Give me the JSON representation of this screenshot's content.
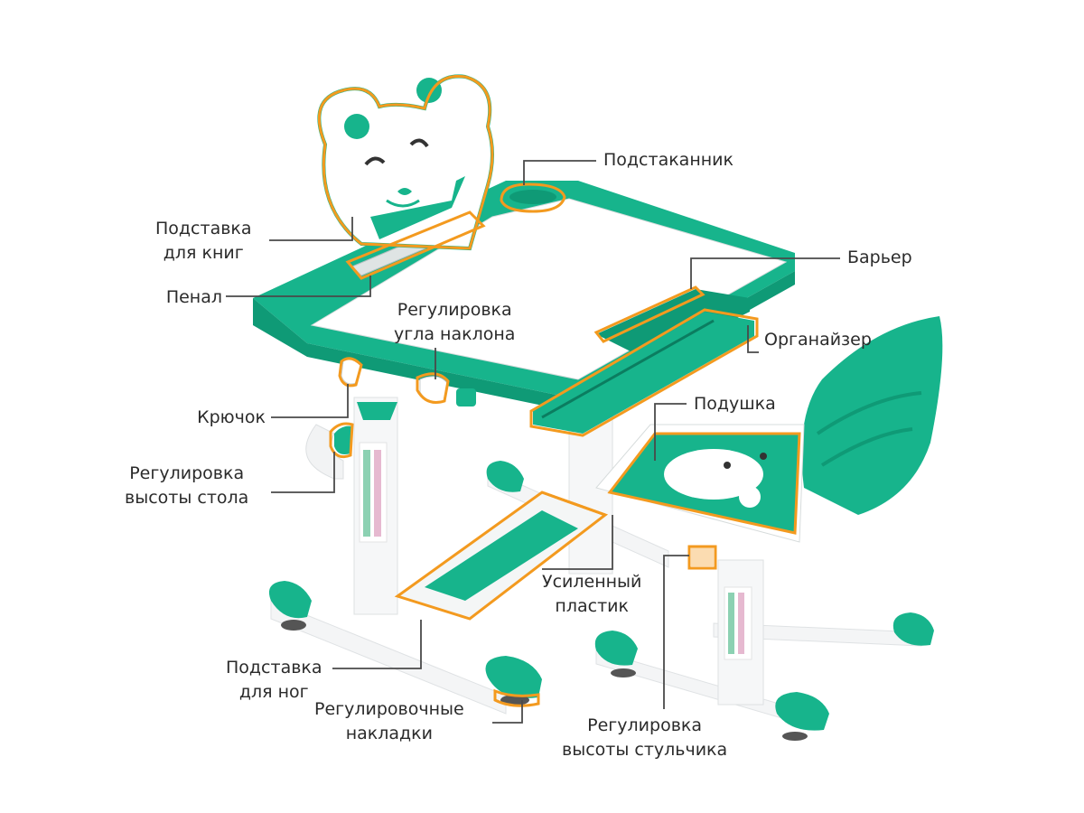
{
  "colors": {
    "accent": "#17b48c",
    "accent_dark": "#0f9a76",
    "highlight": "#f39a1f",
    "leader": "#4a4a4a",
    "text": "#2b2b2b",
    "frame": "#ffffff",
    "shadow": "#e6e8ea"
  },
  "labels": {
    "cup_holder": "Подстаканник",
    "book_stand_1": "Подставка",
    "book_stand_2": "для книг",
    "pencil_case": "Пенал",
    "barrier": "Барьер",
    "tilt_1": "Регулировка",
    "tilt_2": "угла наклона",
    "organizer": "Органайзер",
    "hook": "Крючок",
    "cushion": "Подушка",
    "table_height_1": "Регулировка",
    "table_height_2": "высоты стола",
    "plastic_1": "Усиленный",
    "plastic_2": "пластик",
    "footrest_1": "Подставка",
    "footrest_2": "для ног",
    "pads_1": "Регулировочные",
    "pads_2": "накладки",
    "chair_height_1": "Регулировка",
    "chair_height_2": "высоты стульчика"
  }
}
